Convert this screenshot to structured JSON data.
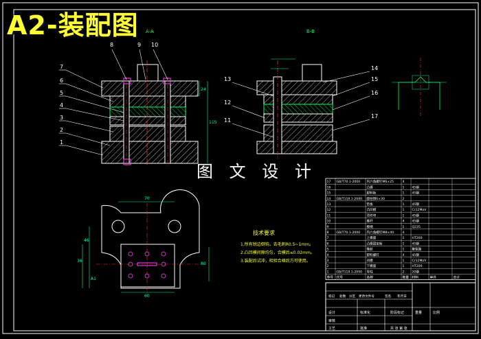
{
  "overlay_title": "A2-装配图",
  "watermark": "图 文 设 计",
  "section_label": "B-B",
  "section_label_left": "A-A",
  "part_numbers_left": [
    "7",
    "6",
    "5",
    "4",
    "3",
    "2",
    "1"
  ],
  "part_numbers_top": [
    "8",
    "9",
    "10"
  ],
  "part_numbers_mid": [
    "13",
    "12",
    "11"
  ],
  "part_numbers_right": [
    "14",
    "15",
    "16",
    "17"
  ],
  "tech_title": "技术要求",
  "tech_lines": [
    "1.所有锐边倒钝，去毛刺R0.5~1mm。",
    "2.凸凹模间隙均匀，合模后≤0.02mm。",
    "3.装配后试冲，检验合格后方可使用。"
  ],
  "dims": {
    "top_width": "70",
    "bottom_width": "60",
    "left_h1": "46",
    "left_h2": "36",
    "right_h1": "24",
    "a1": "A1",
    "v1": "80",
    "v2": "115"
  },
  "bom_rows": [
    [
      "17",
      "GB/T70.1-2000",
      "内六角螺钉M6×25",
      "4",
      "",
      "",
      ""
    ],
    [
      "16",
      "",
      "凸模",
      "1",
      "45钢",
      "",
      ""
    ],
    [
      "15",
      "",
      "卸料板",
      "1",
      "45钢",
      "",
      ""
    ],
    [
      "14",
      "GB/T119.1-2000",
      "圆柱销6×30",
      "2",
      "",
      "",
      ""
    ],
    [
      "13",
      "",
      "垫板",
      "1",
      "45钢",
      "",
      ""
    ],
    [
      "12",
      "",
      "凸凹模",
      "1",
      "Cr12MoV",
      "",
      ""
    ],
    [
      "11",
      "",
      "顶件块",
      "1",
      "45钢",
      "",
      ""
    ],
    [
      "10",
      "",
      "推杆",
      "4",
      "45钢",
      "",
      ""
    ],
    [
      "9",
      "",
      "模柄",
      "1",
      "Q235",
      "",
      ""
    ],
    [
      "8",
      "GB/T70.1-2000",
      "内六角螺钉M8×40",
      "4",
      "",
      "",
      ""
    ],
    [
      "7",
      "",
      "上模座",
      "1",
      "HT200",
      "",
      ""
    ],
    [
      "6",
      "",
      "凸模固定板",
      "1",
      "45钢",
      "",
      ""
    ],
    [
      "5",
      "",
      "橡胶",
      "1",
      "聚氨酯",
      "",
      ""
    ],
    [
      "4",
      "",
      "卸料螺钉",
      "4",
      "45钢",
      "",
      ""
    ],
    [
      "3",
      "",
      "凹模",
      "1",
      "Cr12MoV",
      "",
      ""
    ],
    [
      "2",
      "",
      "下模座",
      "1",
      "HT200",
      "",
      ""
    ],
    [
      "1",
      "GB/T119.1-2000",
      "导柱",
      "2",
      "20钢",
      "",
      ""
    ]
  ],
  "bom_header": [
    "序号",
    "代号",
    "名称",
    "数量",
    "材料",
    "单件",
    "总计"
  ],
  "title_block": {
    "row1": [
      "标记",
      "处数",
      "分区",
      "更改文件号",
      "签名",
      "年月日"
    ],
    "row2": [
      "设计",
      "",
      "标准化",
      ""
    ],
    "row3": [
      "审核",
      ""
    ],
    "row4": [
      "工艺",
      "",
      "批准",
      ""
    ],
    "stage": "阶段标记",
    "weight": "重量",
    "scale": "比例",
    "sheet": "共 张 第 张"
  },
  "colors": {
    "outline": "#ffffff",
    "part": "#00ff66",
    "dim": "#00ffaa",
    "center": "#ff3333",
    "hatch": "#ffffff",
    "bolt": "#ff44ff",
    "title_yellow": "#ffff33",
    "section": "#ffff33"
  }
}
